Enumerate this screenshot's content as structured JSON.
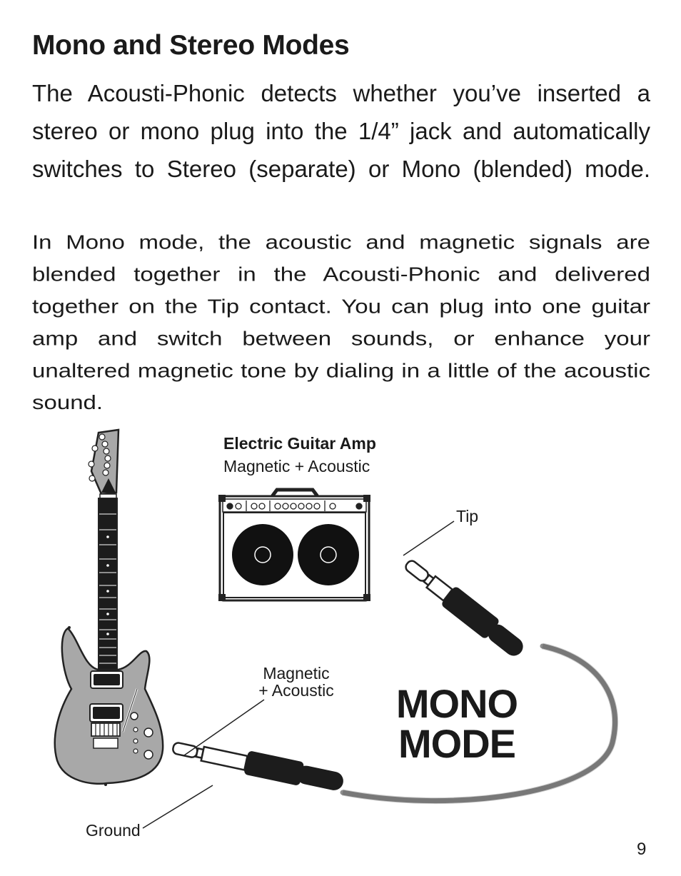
{
  "page": {
    "title": "Mono and Stereo Modes",
    "paragraph1": "The Acousti-Phonic detects whether you’ve inserted a stereo or mono plug into the 1/4” jack and automatically switches to Stereo (separate) or Mono (blended) mode.",
    "paragraph2": "In Mono mode, the acoustic and magnetic signals are blended together in the Acousti-Phonic and delivered together on the Tip contact. You can plug into one guitar amp and switch between sounds, or enhance your unaltered magnetic tone by dialing in a little of the acoustic sound.",
    "page_number": "9"
  },
  "diagram": {
    "amp_title": "Electric Guitar Amp",
    "amp_subtitle": "Magnetic + Acoustic",
    "tip_label": "Tip",
    "ground_label": "Ground",
    "magnetic_acoustic_label": "Magnetic + Acoustic",
    "mode_line1": "MONO",
    "mode_line2": "MODE"
  },
  "colors": {
    "guitar_body": "#a8a8a8",
    "plug_dark": "#1c1c1c",
    "cable": "#8f8f8f"
  }
}
